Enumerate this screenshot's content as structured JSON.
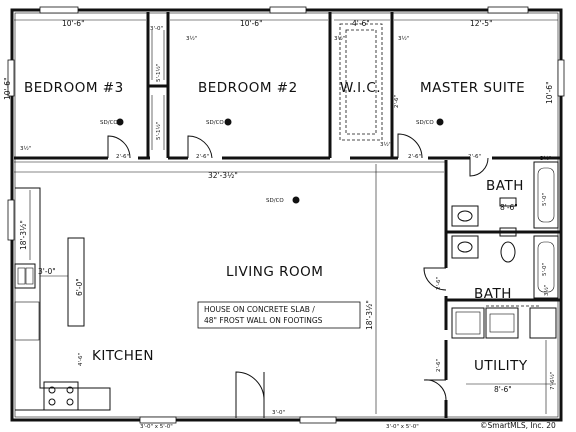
{
  "rooms": {
    "bedroom3": "BEDROOM #3",
    "bedroom2": "BEDROOM #2",
    "wic": "W.I.C.",
    "master": "MASTER SUITE",
    "bath1": "BATH",
    "bath2": "BATH",
    "living": "LIVING ROOM",
    "kitchen": "KITCHEN",
    "utility": "UTILITY"
  },
  "note": {
    "line1": "HOUSE ON CONCRETE SLAB /",
    "line2": "48\" FROST WALL ON FOOTINGS"
  },
  "dimensions": {
    "top_br3": "10'-6\"",
    "top_br2": "10'-6\"",
    "top_wic": "4'-6\"",
    "top_master": "12'-5\"",
    "closet_a": "3'-0\"",
    "closet_b": "3'-0\"",
    "wall_3_5a": "3½\"",
    "wall_3_5b": "3½\"",
    "wall_3_5c": "3½\"",
    "wall_3_5d": "3½\"",
    "wall_3_5e": "3½\"",
    "br3_height": "10'-6\"",
    "master_height": "10'-6\"",
    "closet_depth1": "5'-1½\"",
    "closet_depth2": "5'-1½\"",
    "wic_2_6": "2'-6\"",
    "door_br3": "2'-6\"",
    "door_br2": "2'-6\"",
    "door_master": "2'-6\"",
    "door_bath": "2'-6\"",
    "living_width": "32'-3½\"",
    "living_height": "18'-3½\"",
    "kitchen_height": "18'-3½\"",
    "bath_width": "8'-6\"",
    "bath_tub1": "5'-0\"",
    "bath_tub2": "5'-0\"",
    "bath_3_5": "3½\"",
    "island_gap": "3'-0\"",
    "island_len": "6'-0\"",
    "kitchen_4_6": "4'-6\"",
    "util_height": "7'-6½\"",
    "util_width": "8'-6\"",
    "door_util": "2'-6\"",
    "door_living": "2'-6\"",
    "front_door": "3'-0\"",
    "window_1": "3'-0\" x 5'-0\"",
    "window_2": "3'-0\" x 5'-0\"",
    "wall_small": "3½\""
  },
  "smoke": {
    "br3": "SD/CO",
    "br2": "SD/CO",
    "master": "SD/CO",
    "living": "SD/CO"
  },
  "watermark": "©SmartMLS, Inc. 20"
}
